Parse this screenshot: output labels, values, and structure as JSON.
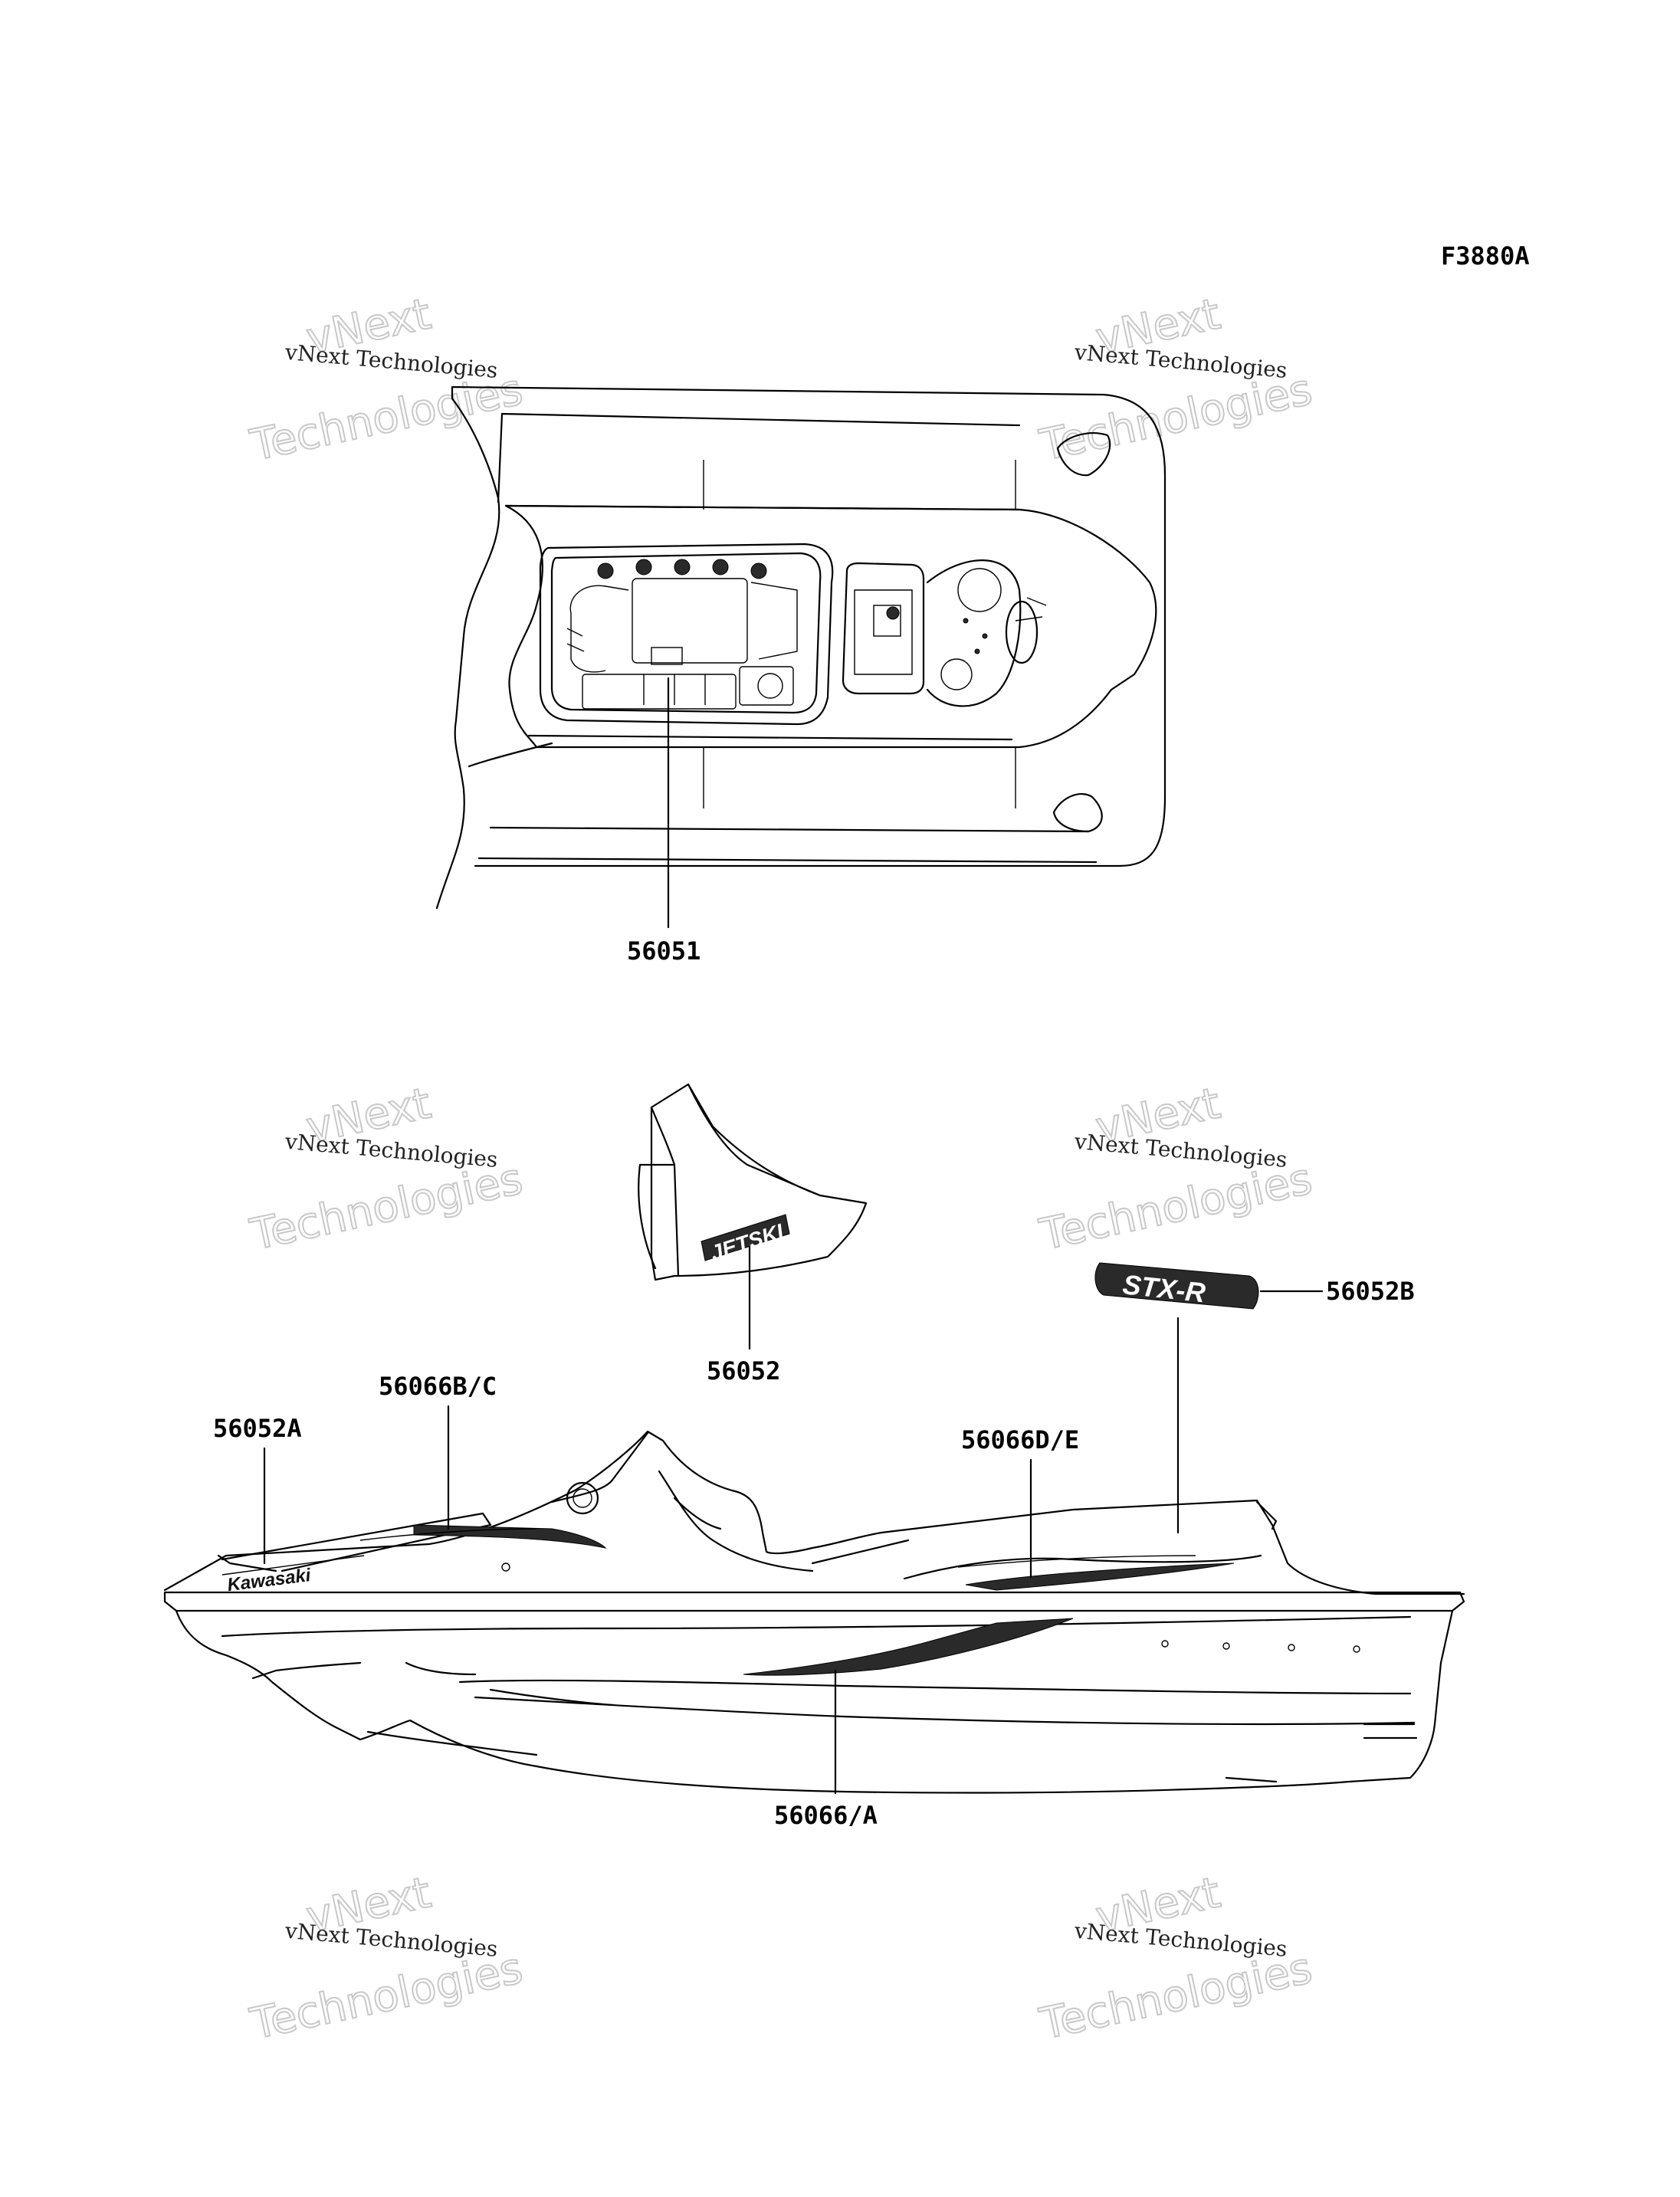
{
  "figure_code": "F3880A",
  "watermark": {
    "line": "vNext Technologies",
    "big_top": "vNext",
    "big_bottom": "Technologies"
  },
  "part_labels": {
    "p56051": "56051",
    "p56052": "56052",
    "p56052B": "56052B",
    "p56066BC": "56066B/C",
    "p56052A": "56052A",
    "p56066DE": "56066D/E",
    "p56066A": "56066/A"
  },
  "decal_text": {
    "jetski": "JETSKI",
    "stxr": "STX-R",
    "kawasaki": "Kawasaki"
  }
}
